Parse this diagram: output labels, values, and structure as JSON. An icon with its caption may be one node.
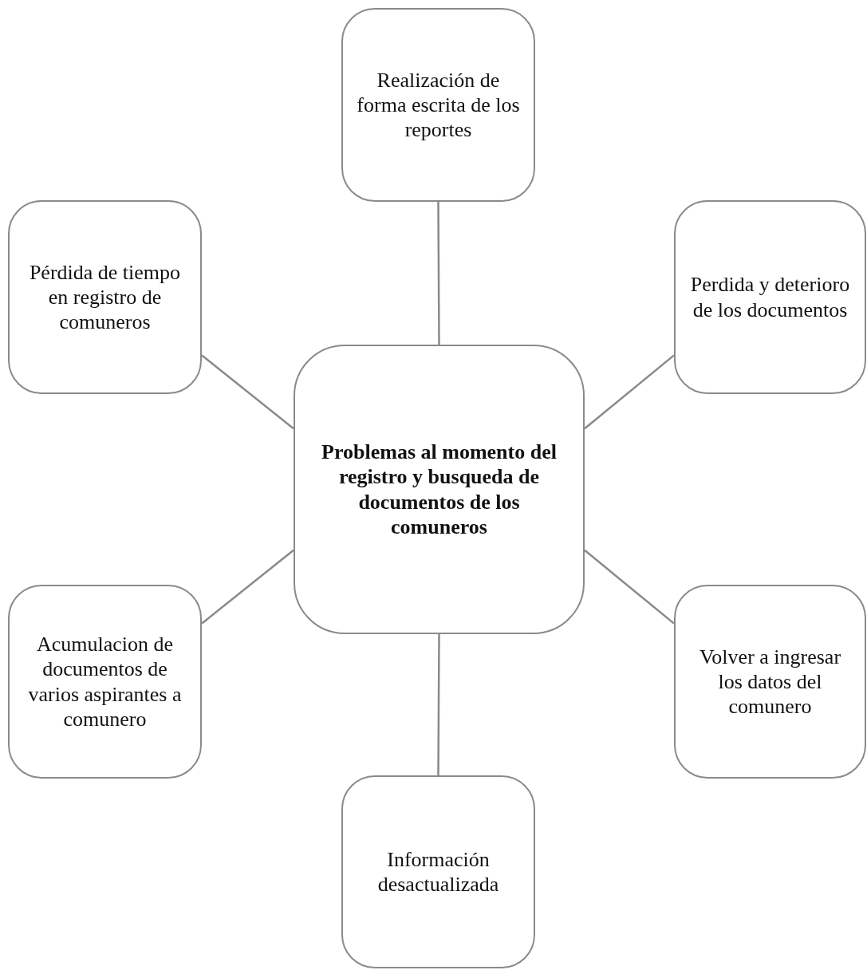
{
  "diagram": {
    "nodes": [
      {
        "text": [
          "Realización de forma escrita de los reportes"
        ]
      },
      {
        "text": [
          "Pérdida de tiempo en registro de comuneros"
        ]
      },
      {
        "text": [
          "Perdida y deterioro de los documentos"
        ]
      },
      {
        "text": [
          "Problemas al momento del registro y busqueda de documentos de los comuneros"
        ]
      },
      {
        "text": [
          "Acumulacion de documentos de varios aspirantes a comunero"
        ]
      },
      {
        "text": [
          "Volver a ingresar los datos del comunero"
        ]
      },
      {
        "text": [
          "Información desactualizada"
        ]
      }
    ],
    "edges": [
      {
        "from": 3,
        "to": 0,
        "arrow": "none"
      },
      {
        "from": 3,
        "to": 1,
        "arrow": "none"
      },
      {
        "from": 3,
        "to": 2,
        "arrow": "none"
      },
      {
        "from": 3,
        "to": 4,
        "arrow": "none"
      },
      {
        "from": 3,
        "to": 5,
        "arrow": "none"
      },
      {
        "from": 3,
        "to": 6,
        "arrow": "none"
      }
    ]
  }
}
